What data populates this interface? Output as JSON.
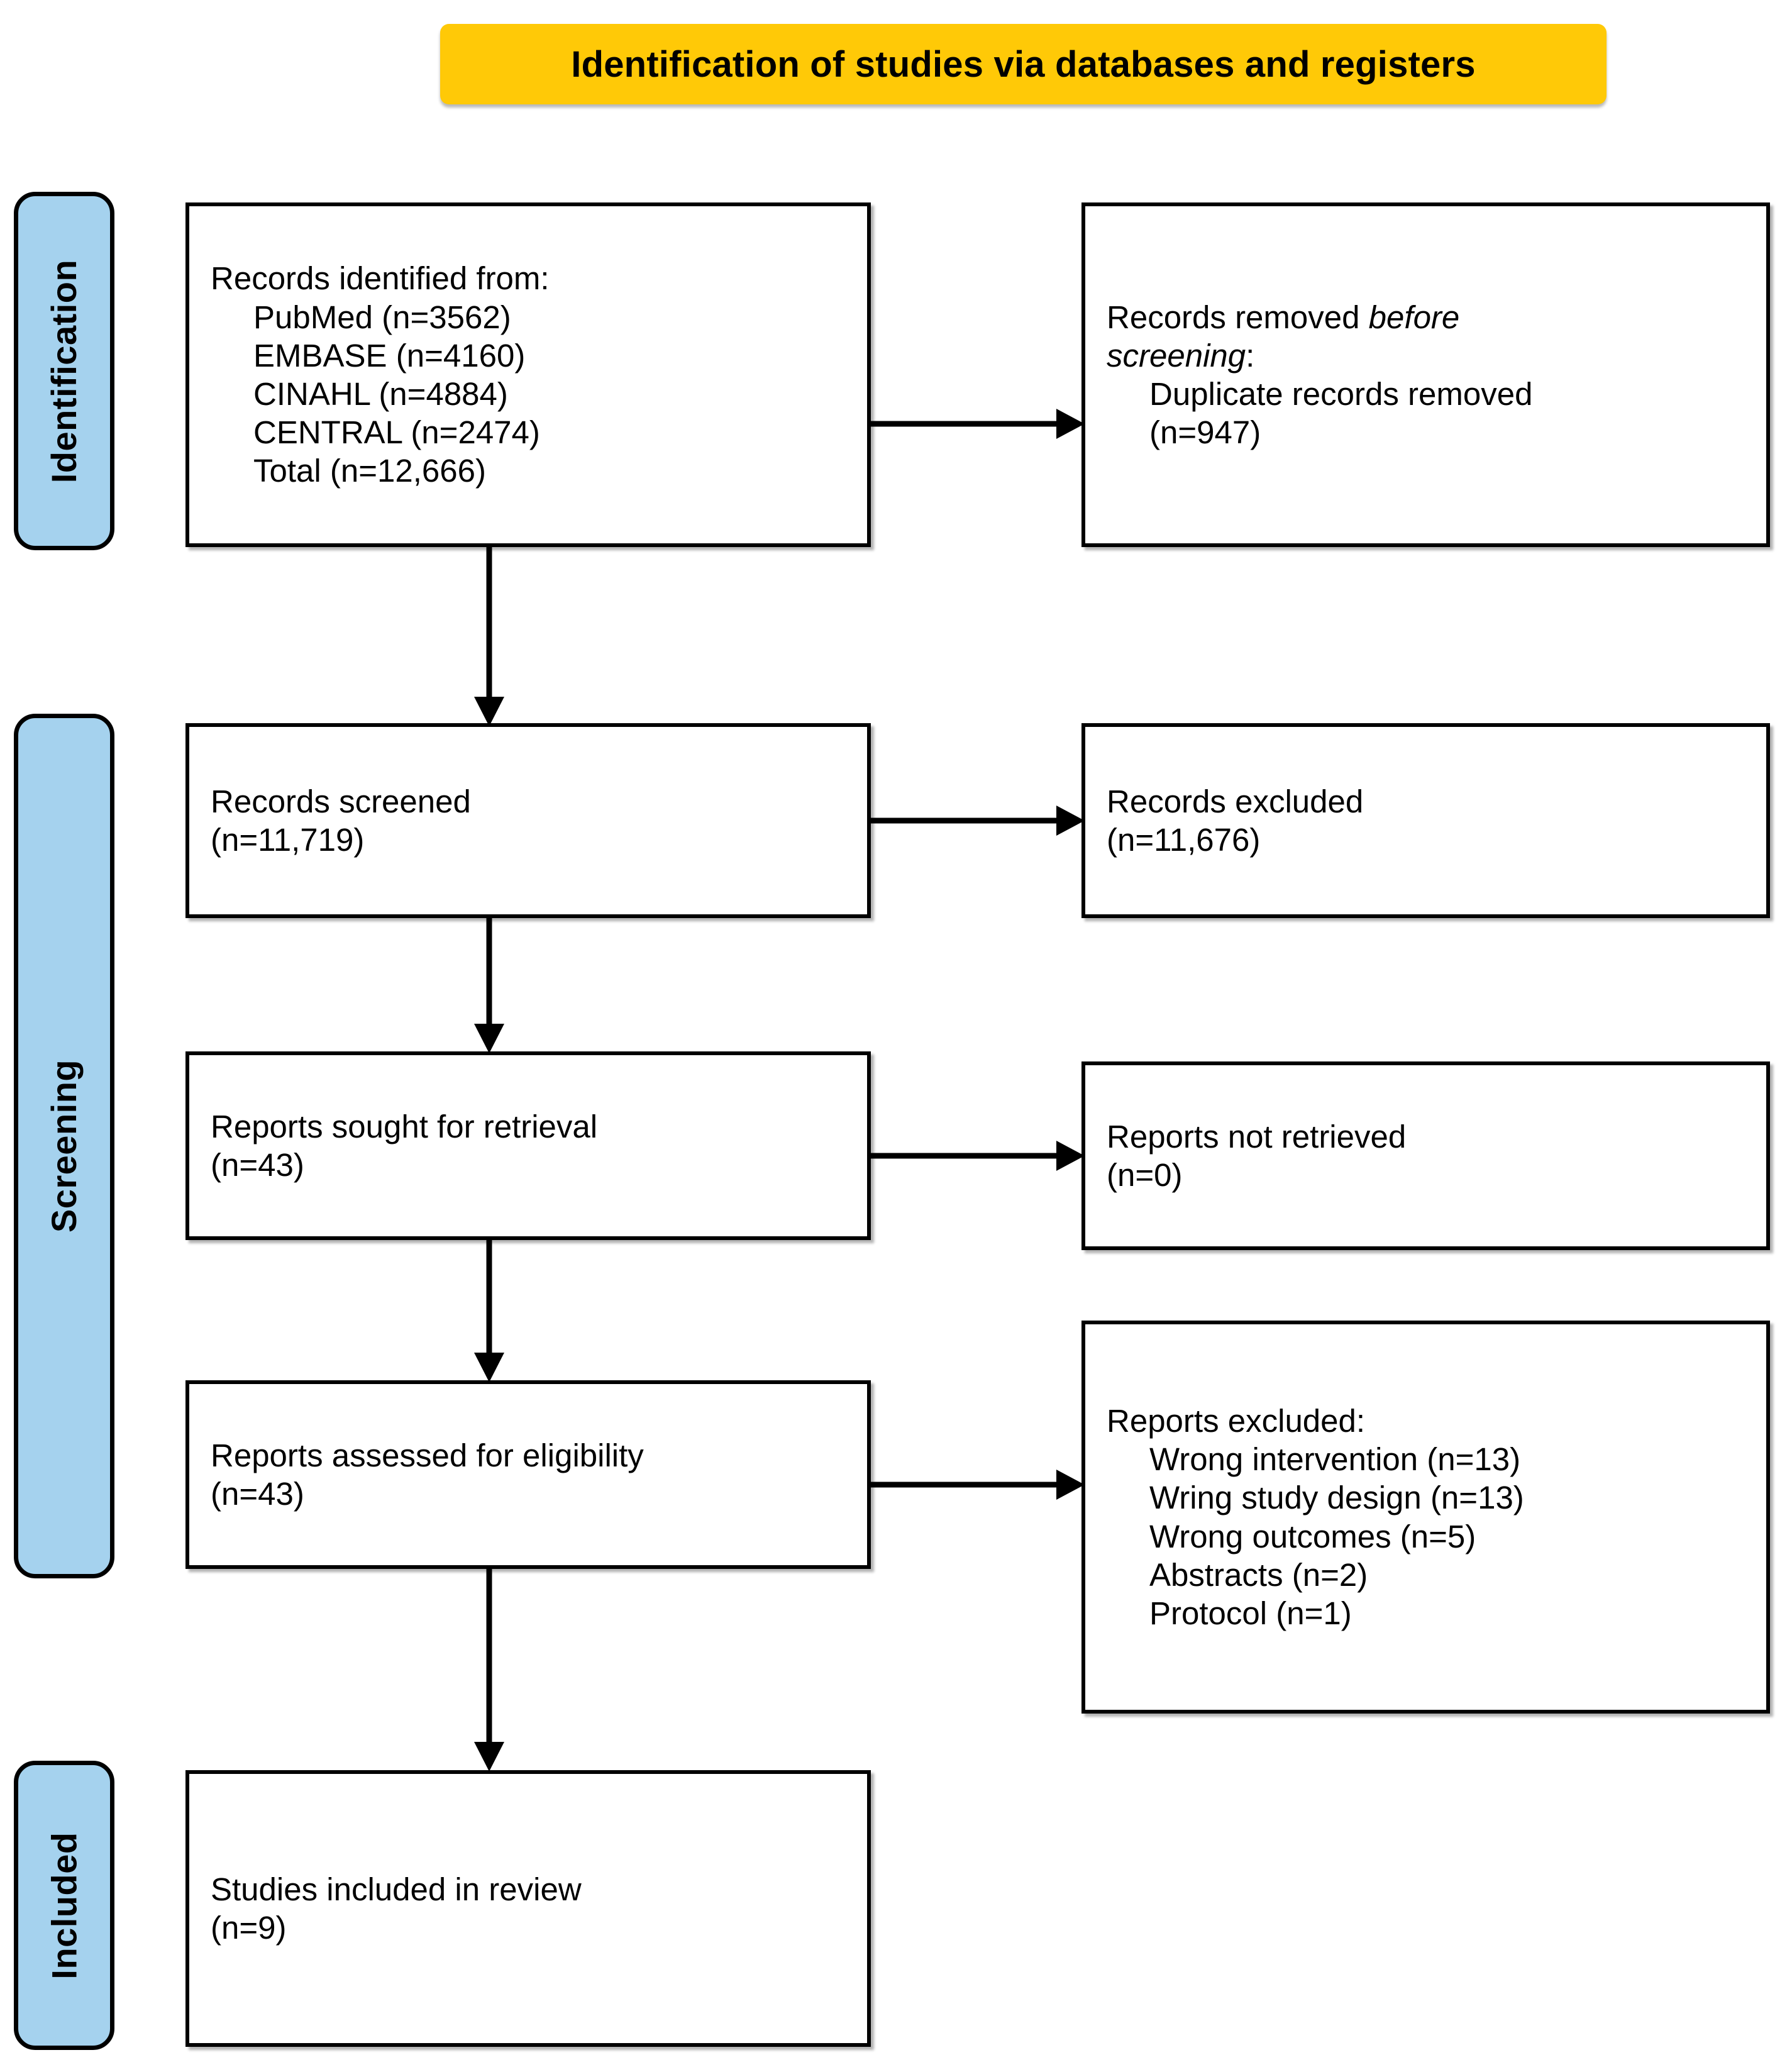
{
  "banner": {
    "title": "Identification of studies via databases and registers",
    "color": "#FFC907"
  },
  "stages": [
    {
      "id": "identification",
      "label": "Identification",
      "color": "#A5D2EE"
    },
    {
      "id": "screening",
      "label": "Screening",
      "color": "#A5D2EE"
    },
    {
      "id": "included",
      "label": "Included",
      "color": "#A5D2EE"
    }
  ],
  "boxes": {
    "records_identified": {
      "heading": "Records identified from:",
      "items": [
        "PubMed (n=3562)",
        "EMBASE (n=4160)",
        "CINAHL (n=4884)",
        "CENTRAL (n=2474)",
        "Total (n=12,666)"
      ]
    },
    "records_removed": {
      "line1_plain": "Records removed ",
      "line1_italic": "before",
      "line2_italic": "screening",
      "line2_plain": ":",
      "items": [
        "Duplicate records removed",
        "(n=947)"
      ]
    },
    "records_screened": {
      "line1": "Records screened",
      "line2": "(n=11,719)"
    },
    "records_excluded": {
      "line1": "Records excluded",
      "line2": "(n=11,676)"
    },
    "reports_sought": {
      "line1": "Reports sought for retrieval",
      "line2": "(n=43)"
    },
    "reports_not_retrieved": {
      "line1": "Reports not retrieved",
      "line2": "(n=0)"
    },
    "reports_assessed": {
      "line1": "Reports assessed for eligibility",
      "line2": "(n=43)"
    },
    "reports_excluded": {
      "heading": "Reports excluded:",
      "items": [
        "Wrong intervention (n=13)",
        "Wring study design (n=13)",
        "Wrong outcomes (n=5)",
        "Abstracts (n=2)",
        "Protocol (n=1)"
      ]
    },
    "studies_included": {
      "line1": "Studies included in review",
      "line2": "(n=9)"
    }
  },
  "chart_data": {
    "type": "diagram",
    "title": "Identification of studies via databases and registers",
    "flow": [
      {
        "stage": "Identification",
        "node": "Records identified from databases",
        "n": 12666,
        "sources": [
          {
            "name": "PubMed",
            "n": 3562
          },
          {
            "name": "EMBASE",
            "n": 4160
          },
          {
            "name": "CINAHL",
            "n": 4884
          },
          {
            "name": "CENTRAL",
            "n": 2474
          }
        ],
        "excluded": {
          "node": "Records removed before screening",
          "duplicate_records_removed": 947
        }
      },
      {
        "stage": "Screening",
        "node": "Records screened",
        "n": 11719,
        "excluded": {
          "node": "Records excluded",
          "n": 11676
        }
      },
      {
        "stage": "Screening",
        "node": "Reports sought for retrieval",
        "n": 43,
        "excluded": {
          "node": "Reports not retrieved",
          "n": 0
        }
      },
      {
        "stage": "Screening",
        "node": "Reports assessed for eligibility",
        "n": 43,
        "excluded": {
          "node": "Reports excluded",
          "reasons": [
            {
              "reason": "Wrong intervention",
              "n": 13
            },
            {
              "reason": "Wring study design",
              "n": 13
            },
            {
              "reason": "Wrong outcomes",
              "n": 5
            },
            {
              "reason": "Abstracts",
              "n": 2
            },
            {
              "reason": "Protocol",
              "n": 1
            }
          ]
        }
      },
      {
        "stage": "Included",
        "node": "Studies included in review",
        "n": 9
      }
    ]
  }
}
